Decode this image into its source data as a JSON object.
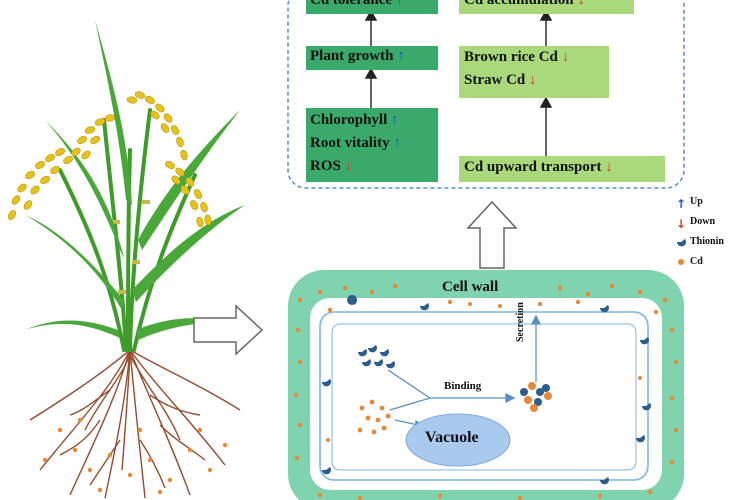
{
  "colors": {
    "green_box": "#3aaa6a",
    "light_green_box": "#a9d97a",
    "cell_wall": "#7fd3ae",
    "cytoplasm_border": "#7fb6e6",
    "vacuole": "#a9c9ef",
    "cd_dot": "#e8883a",
    "thionin": "#2c5d8f",
    "up_arrow": "#1b54c4",
    "down_arrow": "#d23a26",
    "dash_border": "#4f8fd0",
    "rice_grain": "#e7c21c",
    "stem": "#3f9b2a",
    "root": "#8b3a1a"
  },
  "boxes": {
    "cd_tolerance": "Cd tolerance",
    "plant_growth": "Plant growth",
    "chlorophyll": "Chlorophyll",
    "root_vitality": "Root vitality",
    "ros": "ROS",
    "cd_accumulation": "Cd accumulation",
    "brown_rice_cd": "Brown rice Cd",
    "straw_cd": "Straw Cd",
    "cd_upward_transport": "Cd upward transport"
  },
  "arrows_glyph": {
    "up": "↑",
    "down": "↓"
  },
  "legend": {
    "up": "Up",
    "down": "Down",
    "thionin": "Thionin",
    "cd": "Cd"
  },
  "cell": {
    "cell_wall": "Cell wall",
    "vacuole": "Vacuole",
    "binding": "Binding",
    "secretion": "Secretion"
  }
}
